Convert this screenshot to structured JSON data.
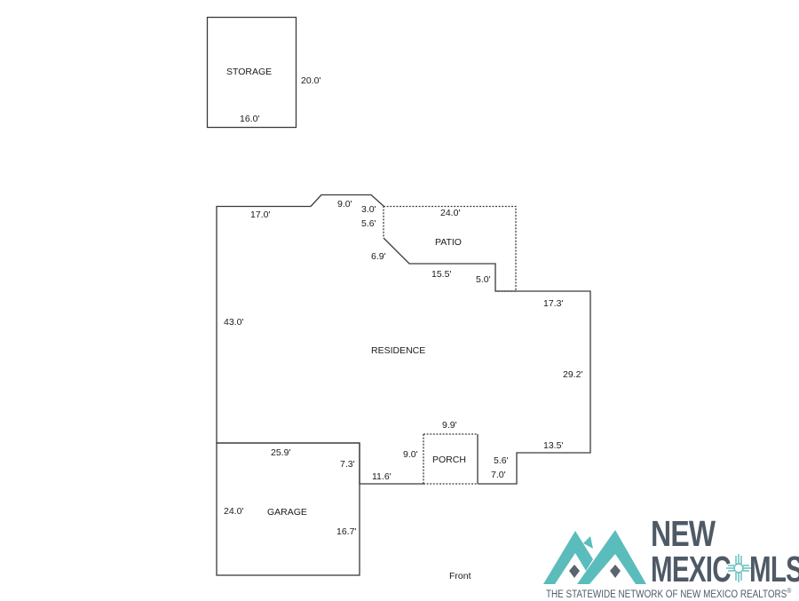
{
  "floor_plan": {
    "orientation_label": "Front",
    "rooms": {
      "storage": {
        "label": "STORAGE",
        "width": "16.0'",
        "depth": "20.0'"
      },
      "residence": {
        "label": "RESIDENCE",
        "dimensions": {
          "top_left": "17.0'",
          "top_bump": "9.0'",
          "angled_short": "3.0'",
          "patio_side": "5.6'",
          "patio_diagonal": "6.9'",
          "patio_bottom": "15.5'",
          "patio_step": "5.0'",
          "right_top": "17.3'",
          "right_side": "29.2'",
          "left_side": "43.0'",
          "bottom_right_step": "13.5'",
          "bottom_right_notch": "5.6'",
          "bottom_right_base": "7.0'",
          "bottom_left_base": "11.6'",
          "porch_side": "9.0'"
        }
      },
      "patio": {
        "label": "PATIO",
        "width": "24.0'"
      },
      "porch": {
        "label": "PORCH",
        "width": "9.9'"
      },
      "garage": {
        "label": "GARAGE",
        "top": "25.9'",
        "left": "24.0'",
        "right_upper": "7.3'",
        "right_lower": "16.7'"
      }
    }
  },
  "logo": {
    "line1": "NEW",
    "line2_left": "MEXIC",
    "line2_right": "MLS",
    "tagline": "THE STATEWIDE NETWORK OF NEW MEXICO REALTORS",
    "registered": "®",
    "colors": {
      "teal": "#5bbcbc",
      "slate": "#4e5a66"
    }
  }
}
